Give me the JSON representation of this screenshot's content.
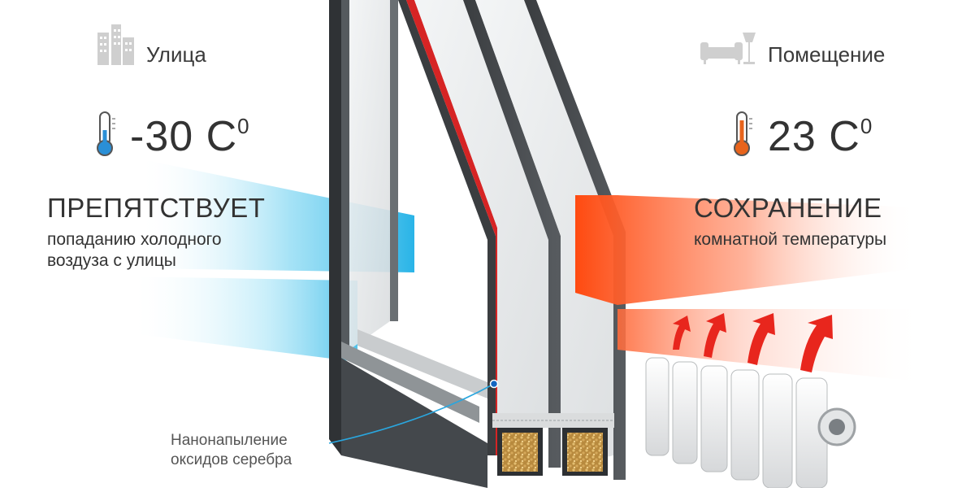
{
  "outside": {
    "label": "Улица",
    "temperature": "-30 С",
    "temperature_sup": "0",
    "heading": "ПРЕПЯТСТВУЕТ",
    "subtext_line1": "попаданию холодного",
    "subtext_line2": "воздуза с улицы",
    "icon": "city-buildings-icon",
    "thermometer_icon": "thermometer-cold-icon",
    "color": "#29b6e8"
  },
  "inside": {
    "label": "Помещение",
    "temperature": "23 С",
    "temperature_sup": "0",
    "heading": "СОХРАНЕНИЕ",
    "subtext_line1": "комнатной температуры",
    "icon": "sofa-lamp-icon",
    "thermometer_icon": "thermometer-warm-icon",
    "color": "#ff5a1f"
  },
  "coating_note": {
    "line1": "Нанонапыление",
    "line2": "оксидов серебра",
    "color": "#d92020"
  }
}
